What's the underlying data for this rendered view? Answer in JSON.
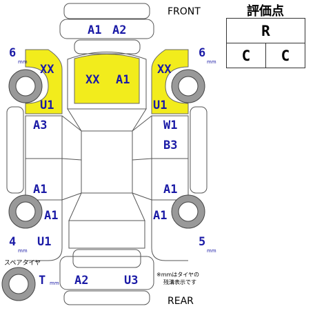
{
  "header": {
    "front": "FRONT",
    "rear": "REAR"
  },
  "score": {
    "title": "評価点",
    "overall": "R",
    "interior": "C",
    "exterior": "C"
  },
  "marks": {
    "front_bumper_left": "A1",
    "front_bumper_right": "A2",
    "hood_1": "XX",
    "hood_2": "A1",
    "left_fender_top": "XX",
    "left_fender_bottom": "U1",
    "right_fender_top": "XX",
    "right_fender_bottom": "U1",
    "left_front_door": "A3",
    "right_front_door_1": "W1",
    "right_front_door_2": "B3",
    "left_rear_door": "A1",
    "right_rear_door": "A1",
    "left_quarter_top": "A1",
    "left_quarter_bottom": "U1",
    "right_quarter": "A1",
    "rear_bumper_left": "A2",
    "rear_bumper_right": "U3",
    "spare_tire": "T"
  },
  "tread": {
    "front_left": "6",
    "front_right": "6",
    "rear_left": "4",
    "rear_right": "5",
    "unit": "mm"
  },
  "notes": {
    "spare_label": "スペアタイヤ",
    "tread_note_1": "※mmはタイヤの",
    "tread_note_2": "残溝表示です"
  },
  "colors": {
    "highlight": "#f2ec1c",
    "mark_text": "#1a1aa6",
    "outline": "#555555"
  }
}
